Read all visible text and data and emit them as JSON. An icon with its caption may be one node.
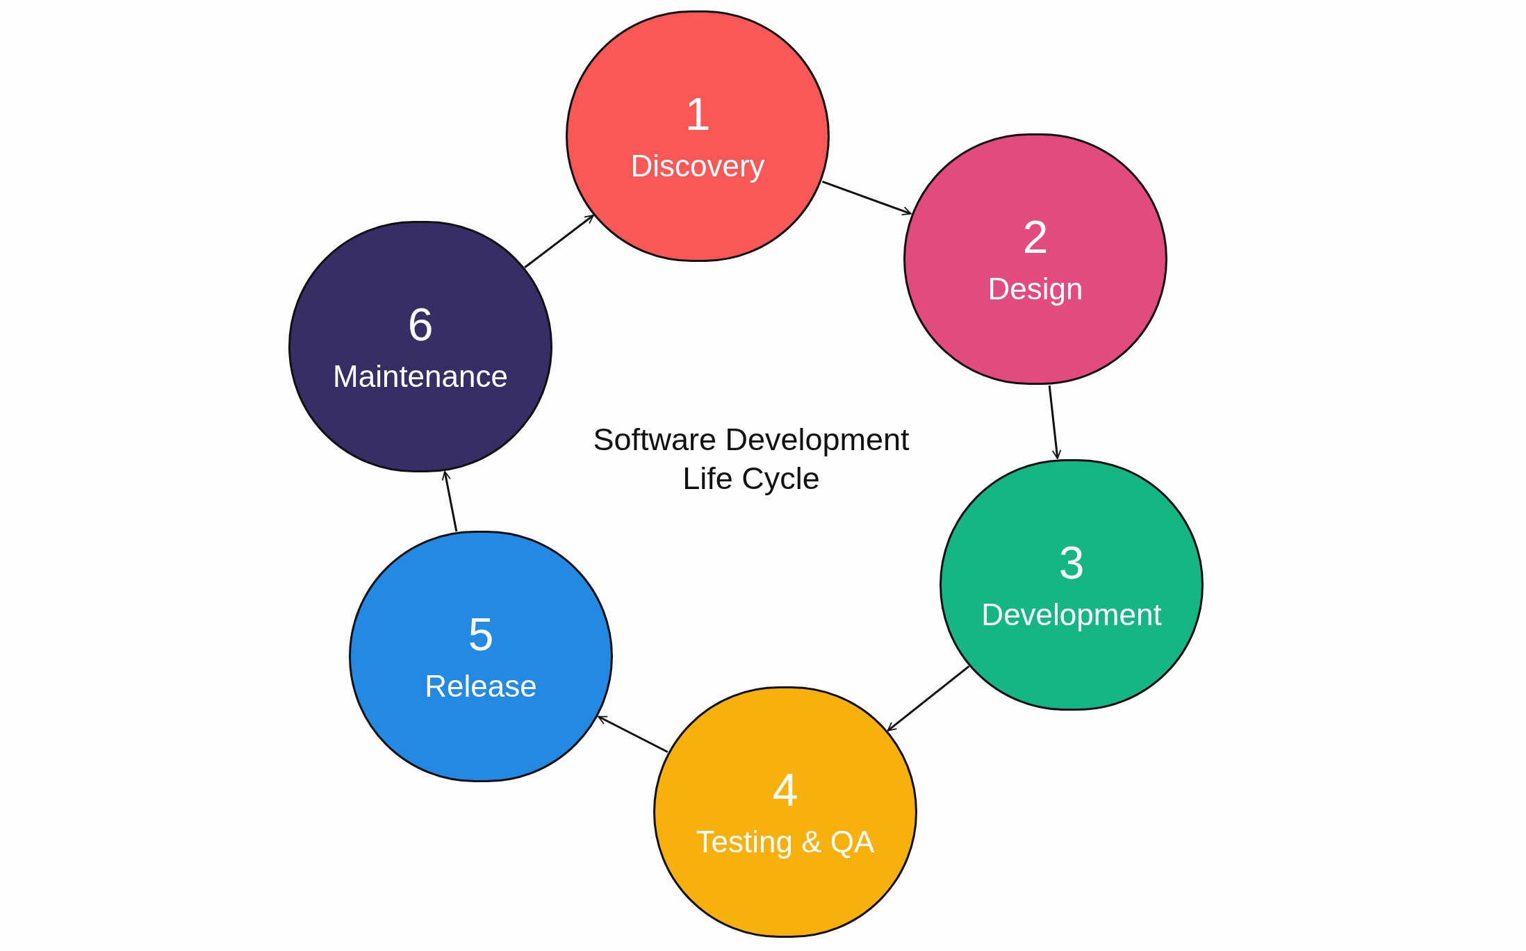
{
  "diagram": {
    "title": "Software Development Life Cycle",
    "nodes": [
      {
        "text": [
          "1",
          "Discovery"
        ]
      },
      {
        "text": [
          "2",
          "Design"
        ]
      },
      {
        "text": [
          "3",
          "Development"
        ]
      },
      {
        "text": [
          "4",
          "Testing & QA"
        ]
      },
      {
        "text": [
          "5",
          "Release"
        ]
      },
      {
        "text": [
          "6",
          "Maintenance"
        ]
      }
    ],
    "edges": [
      {
        "from": 0,
        "to": 1,
        "arrow": "to"
      },
      {
        "from": 1,
        "to": 2,
        "arrow": "to"
      },
      {
        "from": 2,
        "to": 3,
        "arrow": "to"
      },
      {
        "from": 3,
        "to": 4,
        "arrow": "to"
      },
      {
        "from": 4,
        "to": 5,
        "arrow": "to"
      },
      {
        "from": 5,
        "to": 0,
        "arrow": "to"
      }
    ]
  }
}
